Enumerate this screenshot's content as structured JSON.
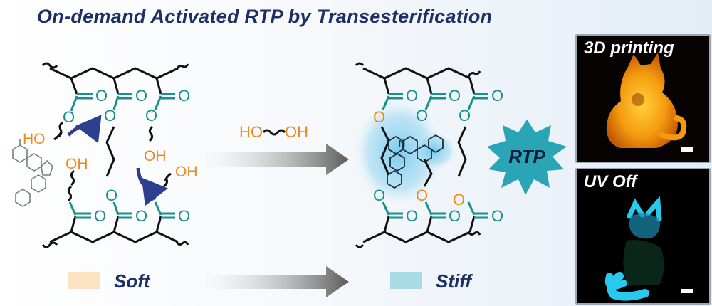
{
  "title": "On-demand Activated RTP by Transesterification",
  "reagent": {
    "left": "HO",
    "right": "OH"
  },
  "left_network": {
    "oh_labels": [
      "HO",
      "OH",
      "OH",
      "OH"
    ],
    "carbonyl_o": "O",
    "ester_o": "O"
  },
  "right_network": {
    "carbonyl_o": "O",
    "ester_o": "O",
    "amine_n": "N"
  },
  "rtp_badge": "RTP",
  "states": {
    "soft": "Soft",
    "stiff": "Stiff"
  },
  "photos": {
    "top_label": "3D printing",
    "bottom_label": "UV Off"
  },
  "colors": {
    "title": "#1c2f66",
    "backbone": "#111111",
    "ester": "#17908e",
    "hydroxyl": "#ee8a1c",
    "curved_arrow": "#2d3f8f",
    "soft_box": "#fbe3c4",
    "stiff_box": "#a9dbe6",
    "badge": "#2aa5b5",
    "phosphor_orange": "#f59a10",
    "phosphor_cyan": "#27c9ee"
  },
  "icons": [
    "wavy-bond-icon",
    "curved-arrow-icon",
    "reaction-arrow-icon",
    "carbazole-icon",
    "starburst-badge-icon",
    "scale-bar-icon"
  ]
}
